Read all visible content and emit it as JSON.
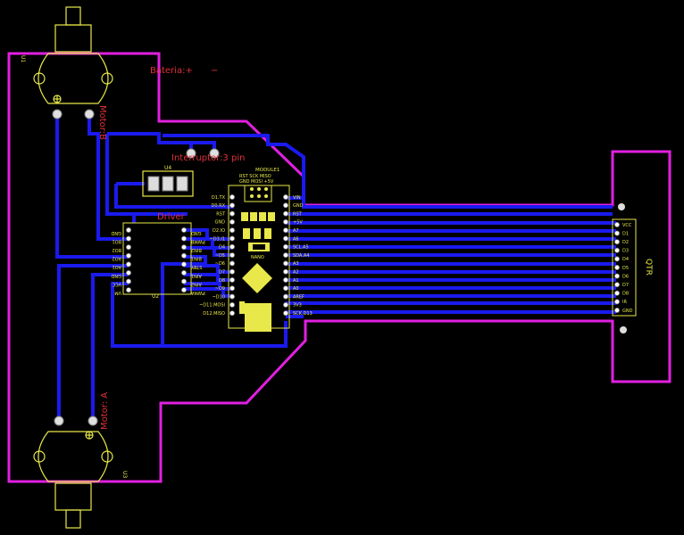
{
  "labels": {
    "bateria_plus": "Bateria:+",
    "bateria_minus": "−",
    "motor_b": "Motor:B",
    "motor_a": "Motor: A",
    "interruptor": "Interruptor:3 pin",
    "driver": "Driver",
    "qtr": "QTR",
    "u4": "U4",
    "u2": "U2",
    "u1": "U1",
    "u3": "U3",
    "module1": "MODULE1",
    "icsp_top": "RST SCK MISO",
    "icsp_bottom": "GND MOSI +5V",
    "nano": "NANO"
  },
  "nano_left_pins": [
    "D1.TX",
    "D0.RX",
    "RST",
    "GND",
    "D2.IO",
    "~D3.I1",
    "D4",
    "~D5",
    "~D6",
    "D7",
    "D8",
    "~D9",
    "~D10",
    "~D11.MOSI",
    "D12.MISO"
  ],
  "nano_right_pins": [
    "VIN",
    "GND",
    "RST",
    "+5V",
    "A7",
    "A6",
    "SCL.A5",
    "SDA.A4",
    "A3",
    "A2",
    "A1",
    "A0",
    "AREF",
    "3V3",
    "SCK.D13"
  ],
  "driver_left_pins": [
    "GND",
    "BO1",
    "BO2",
    "AO2",
    "AO1",
    "GND",
    "VCC",
    "VM"
  ],
  "driver_right_pins": [
    "GND",
    "PWMB",
    "BIN2",
    "BIN1",
    "STBY",
    "AIN1",
    "AIN2",
    "PWMA"
  ],
  "qtr_pins": [
    "VCC",
    "D1",
    "D2",
    "D3",
    "D4",
    "D5",
    "D6",
    "D7",
    "D8",
    "IR",
    "GND"
  ],
  "colors": {
    "background": "#000000",
    "trace": "#1a1aee",
    "board_outline": "#e020e0",
    "silkscreen": "#e8e84a",
    "component_label": "#e0303a"
  }
}
